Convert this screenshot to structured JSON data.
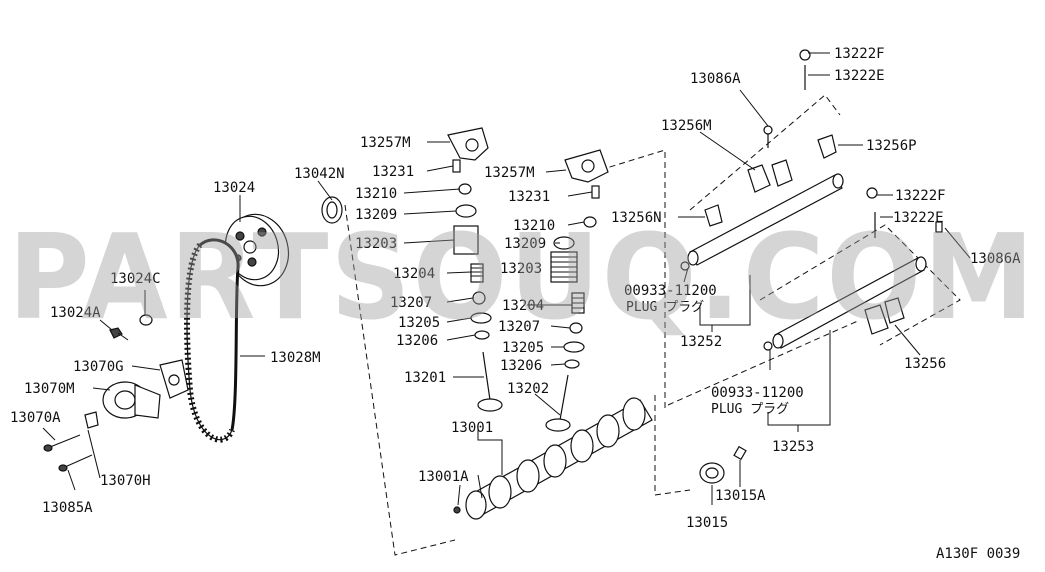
{
  "watermark": "PARTSOUQ.COM",
  "figure_code": "A130F 0039",
  "labels": {
    "p13024": "13024",
    "p13042N": "13042N",
    "p13024C": "13024C",
    "p13024A": "13024A",
    "p13070G": "13070G",
    "p13070M": "13070M",
    "p13070A": "13070A",
    "p13070H": "13070H",
    "p13085A": "13085A",
    "p13028M": "13028M",
    "p13257M_a": "13257M",
    "p13231_a": "13231",
    "p13210_a": "13210",
    "p13209_a": "13209",
    "p13203_a": "13203",
    "p13204_a": "13204",
    "p13207_a": "13207",
    "p13205_a": "13205",
    "p13206_a": "13206",
    "p13201": "13201",
    "p13257M_b": "13257M",
    "p13231_b": "13231",
    "p13210_b": "13210",
    "p13209_b": "13209",
    "p13203_b": "13203",
    "p13204_b": "13204",
    "p13207_b": "13207",
    "p13205_b": "13205",
    "p13206_b": "13206",
    "p13202": "13202",
    "p13001": "13001",
    "p13001A": "13001A",
    "p13015": "13015",
    "p13015A": "13015A",
    "p13222F_a": "13222F",
    "p13222E_a": "13222E",
    "p13086A_a": "13086A",
    "p13256M": "13256M",
    "p13256P": "13256P",
    "p13256N": "13256N",
    "p00933_a": "00933-11200",
    "plug_a": "PLUG プラグ",
    "p13252": "13252",
    "p13222F_b": "13222F",
    "p13222E_b": "13222E",
    "p13086A_b": "13086A",
    "p13256": "13256",
    "p00933_b": "00933-11200",
    "plug_b": "PLUG プラグ",
    "p13253": "13253"
  }
}
